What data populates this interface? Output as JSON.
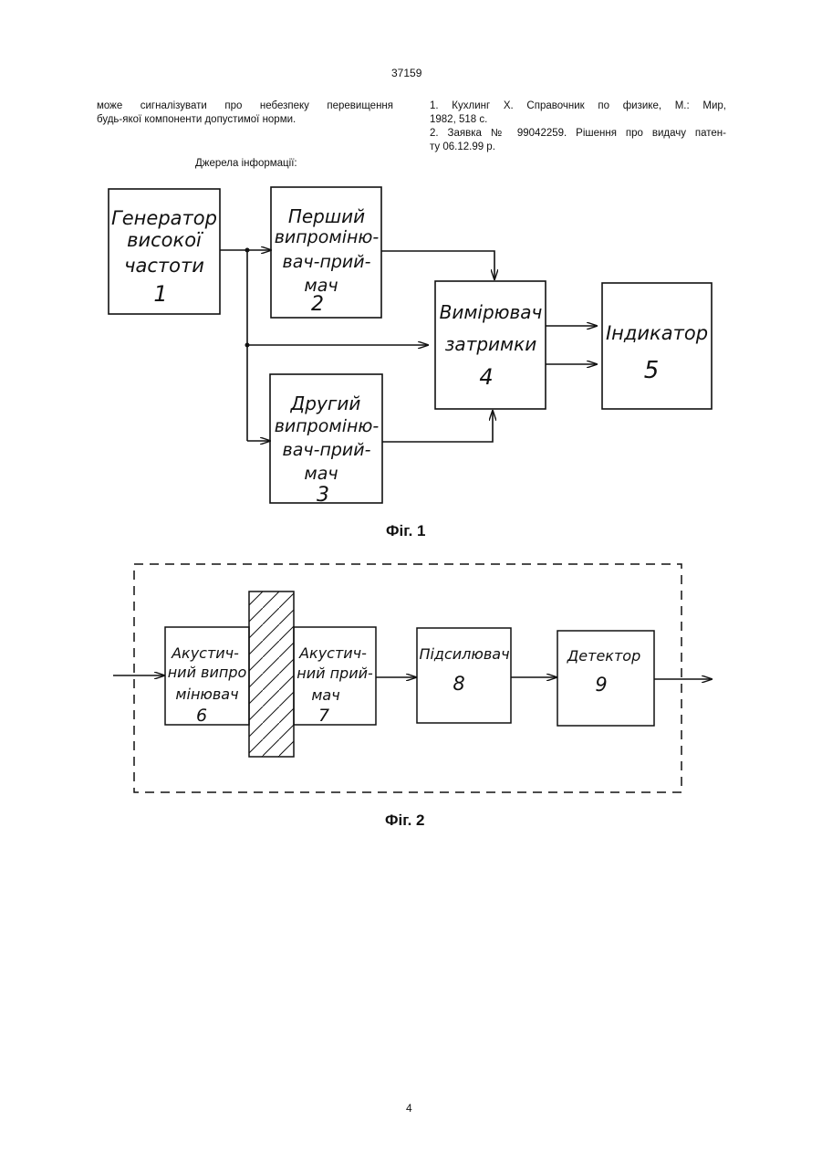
{
  "page": {
    "header_number": "37159",
    "footer_number": "4"
  },
  "left_column": {
    "line1": "може сигналізувати про небезпеку перевищення",
    "line2": "будь-якої компоненти допустимої норми.",
    "sources_heading": "Джерела інформації:"
  },
  "right_column": {
    "ref1_line1": "1. Кухлинг Х. Справочник по физике, М.: Мир,",
    "ref1_line2": "1982, 518 с.",
    "ref2_line1": "2. Заявка № 99042259. Рішення про видачу патен-",
    "ref2_line2": "ту 06.12.99 р."
  },
  "fig1": {
    "caption": "Фіг. 1",
    "block1": [
      "Генератор",
      "високої",
      "частоти",
      "1"
    ],
    "block2": [
      "Перший",
      "випроміню-",
      "вач-прий-",
      "мач",
      "2"
    ],
    "block3": [
      "Другий",
      "випроміню-",
      "вач-прий-",
      "мач",
      "3"
    ],
    "block4": [
      "Вимірювач",
      "затримки",
      "4"
    ],
    "block5": [
      "Індикатор",
      "5"
    ]
  },
  "fig2": {
    "caption": "Фіг. 2",
    "block6": [
      "Акустич-",
      "ний випро",
      "мінювач",
      "6"
    ],
    "block7": [
      "Акустич-",
      "ний прий-",
      "мач",
      "7"
    ],
    "block8": [
      "Підсилювач",
      "8"
    ],
    "block9": [
      "Детектор",
      "9"
    ]
  }
}
